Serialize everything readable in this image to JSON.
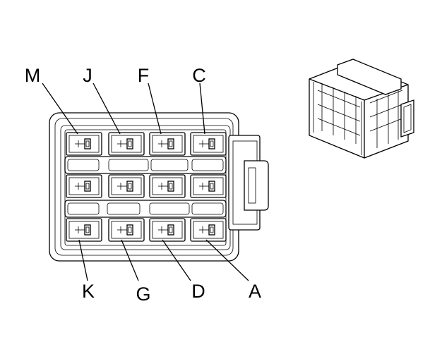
{
  "diagram": {
    "pin_labels": {
      "top": [
        "M",
        "J",
        "F",
        "C"
      ],
      "bottom": [
        "K",
        "G",
        "D",
        "A"
      ]
    },
    "colors": {
      "line": "#000000",
      "background": "#ffffff"
    }
  }
}
